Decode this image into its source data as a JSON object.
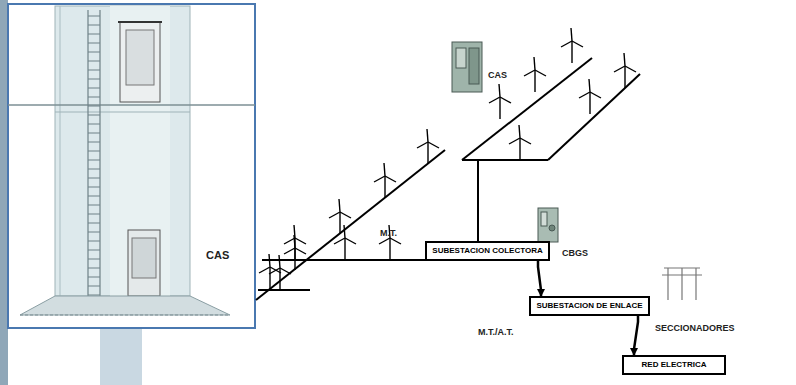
{
  "diagram": {
    "nodes": [
      {
        "text": [
          "SUBESTACION COLECTORA"
        ]
      },
      {
        "text": [
          "SUBESTACION DE ENLACE"
        ]
      },
      {
        "text": [
          "RED ELECTRICA"
        ]
      }
    ],
    "edges": [
      {
        "from": 0,
        "to": 1,
        "arrow": "to"
      },
      {
        "from": 1,
        "to": 2,
        "arrow": "to"
      }
    ],
    "labels": [
      "CAS",
      "M.T.",
      "CBGS",
      "M.T./A.T.",
      "SECCIONADORES",
      "CAS"
    ]
  }
}
